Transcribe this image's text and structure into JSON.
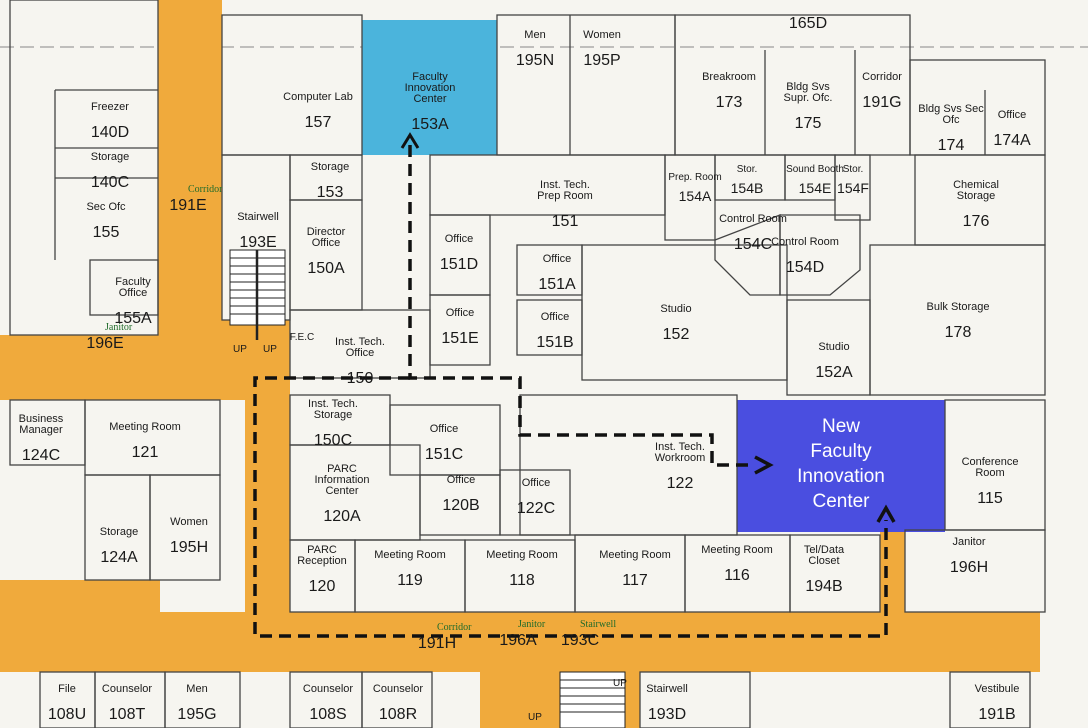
{
  "colors": {
    "corridor": "#f0aa3c",
    "highlight_old": "#4bb4dc",
    "highlight_new": "#4a4ee0",
    "route": "#111111",
    "background": "#f6f5f0",
    "wall": "#444444",
    "green_text": "#1f6b2a"
  },
  "new_center_label": [
    "New",
    "Faculty",
    "Innovation",
    "Center"
  ],
  "rooms": [
    {
      "id": "165D",
      "name": "",
      "num": "165D"
    },
    {
      "id": "195N",
      "name": "Men",
      "num": "195N"
    },
    {
      "id": "195P",
      "name": "Women",
      "num": "195P"
    },
    {
      "id": "153A",
      "name": "Faculty Innovation Center",
      "num": "153A"
    },
    {
      "id": "157",
      "name": "Computer Lab",
      "num": "157"
    },
    {
      "id": "140D",
      "name": "Freezer",
      "num": "140D"
    },
    {
      "id": "140C",
      "name": "Storage",
      "num": "140C"
    },
    {
      "id": "155",
      "name": "Sec Ofc",
      "num": "155"
    },
    {
      "id": "155A",
      "name": "Faculty Office",
      "num": "155A"
    },
    {
      "id": "173",
      "name": "Breakroom",
      "num": "173"
    },
    {
      "id": "175",
      "name": "Bldg Svs Supr. Ofc.",
      "num": "175"
    },
    {
      "id": "191G",
      "name": "Corridor",
      "num": "191G"
    },
    {
      "id": "174",
      "name": "Bldg Svs Sec Ofc",
      "num": "174"
    },
    {
      "id": "174A",
      "name": "Office",
      "num": "174A"
    },
    {
      "id": "153",
      "name": "Storage",
      "num": "153"
    },
    {
      "id": "193E",
      "name": "Stairwell",
      "num": "193E"
    },
    {
      "id": "150A",
      "name": "Director Office",
      "num": "150A"
    },
    {
      "id": "151",
      "name": "Inst. Tech. Prep Room",
      "num": "151"
    },
    {
      "id": "154A",
      "name": "Prep. Room",
      "num": "154A"
    },
    {
      "id": "154B",
      "name": "Stor.",
      "num": "154B"
    },
    {
      "id": "154E",
      "name": "Sound Booth",
      "num": "154E"
    },
    {
      "id": "154F",
      "name": "Stor.",
      "num": "154F"
    },
    {
      "id": "176",
      "name": "Chemical Storage",
      "num": "176"
    },
    {
      "id": "151D",
      "name": "Office",
      "num": "151D"
    },
    {
      "id": "151A",
      "name": "Office",
      "num": "151A"
    },
    {
      "id": "154C",
      "name": "Control Room",
      "num": "154C"
    },
    {
      "id": "154D",
      "name": "Control Room",
      "num": "154D"
    },
    {
      "id": "151E",
      "name": "Office",
      "num": "151E"
    },
    {
      "id": "151B",
      "name": "Office",
      "num": "151B"
    },
    {
      "id": "152",
      "name": "Studio",
      "num": "152"
    },
    {
      "id": "178",
      "name": "Bulk Storage",
      "num": "178"
    },
    {
      "id": "150",
      "name": "Inst. Tech. Office",
      "num": "150"
    },
    {
      "id": "152A",
      "name": "Studio",
      "num": "152A"
    },
    {
      "id": "124C",
      "name": "Business Manager",
      "num": "124C"
    },
    {
      "id": "121",
      "name": "Meeting Room",
      "num": "121"
    },
    {
      "id": "150C",
      "name": "Inst. Tech. Storage",
      "num": "150C"
    },
    {
      "id": "151C",
      "name": "Office",
      "num": "151C"
    },
    {
      "id": "122",
      "name": "Inst. Tech. Workroom",
      "num": "122"
    },
    {
      "id": "115",
      "name": "Conference Room",
      "num": "115"
    },
    {
      "id": "120A",
      "name": "PARC Information Center",
      "num": "120A"
    },
    {
      "id": "120B",
      "name": "Office",
      "num": "120B"
    },
    {
      "id": "122C",
      "name": "Office",
      "num": "122C"
    },
    {
      "id": "124A",
      "name": "Storage",
      "num": "124A"
    },
    {
      "id": "195H",
      "name": "Women",
      "num": "195H"
    },
    {
      "id": "120",
      "name": "PARC Reception",
      "num": "120"
    },
    {
      "id": "119",
      "name": "Meeting Room",
      "num": "119"
    },
    {
      "id": "118",
      "name": "Meeting Room",
      "num": "118"
    },
    {
      "id": "117",
      "name": "Meeting Room",
      "num": "117"
    },
    {
      "id": "116",
      "name": "Meeting Room",
      "num": "116"
    },
    {
      "id": "194B",
      "name": "Tel/Data Closet",
      "num": "194B"
    },
    {
      "id": "196H",
      "name": "Janitor",
      "num": "196H"
    },
    {
      "id": "108U",
      "name": "File",
      "num": "108U"
    },
    {
      "id": "108T",
      "name": "Counselor",
      "num": "108T"
    },
    {
      "id": "195G",
      "name": "Men",
      "num": "195G"
    },
    {
      "id": "108S",
      "name": "Counselor",
      "num": "108S"
    },
    {
      "id": "108R",
      "name": "Counselor",
      "num": "108R"
    },
    {
      "id": "193D",
      "name": "Stairwell",
      "num": "193D"
    },
    {
      "id": "191B",
      "name": "Vestibule",
      "num": "191B"
    }
  ],
  "corridor_labels": [
    {
      "id": "191E",
      "name": "Corridor",
      "num": "191E"
    },
    {
      "id": "196E",
      "name": "Janitor",
      "num": "196E"
    },
    {
      "id": "191H",
      "name": "Corridor",
      "num": "191H"
    },
    {
      "id": "196A",
      "name": "Janitor",
      "num": "196A"
    },
    {
      "id": "193C",
      "name": "Stairwell",
      "num": "193C"
    }
  ],
  "stair_marks": {
    "up": "UP",
    "fec": "F.E.C"
  }
}
